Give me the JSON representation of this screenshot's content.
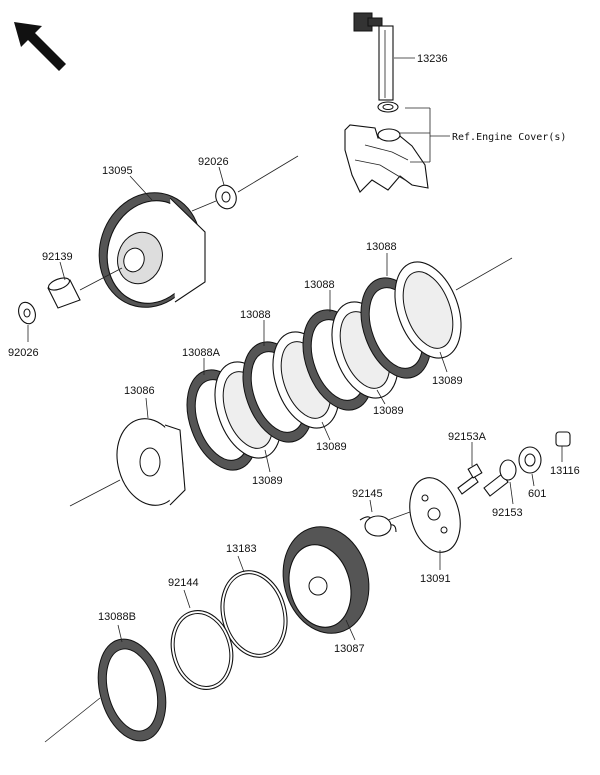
{
  "labels": {
    "p13236": "13236",
    "ref_cover": "Ref.Engine Cover(s)",
    "p13095": "13095",
    "p92026_top": "92026",
    "p92139": "92139",
    "p92026_left": "92026",
    "p13088_a": "13088",
    "p13088_b": "13088",
    "p13088_c": "13088",
    "p13088A": "13088A",
    "p13089_a": "13089",
    "p13089_b": "13089",
    "p13089_c": "13089",
    "p13089_d": "13089",
    "p13086": "13086",
    "p92153A": "92153A",
    "p13116": "13116",
    "p601": "601",
    "p92153": "92153",
    "p92145": "92145",
    "p13091": "13091",
    "p13183": "13183",
    "p92144": "92144",
    "p13088B": "13088B",
    "p13087": "13087"
  },
  "icons": {
    "direction": "arrow-up-left-icon"
  }
}
